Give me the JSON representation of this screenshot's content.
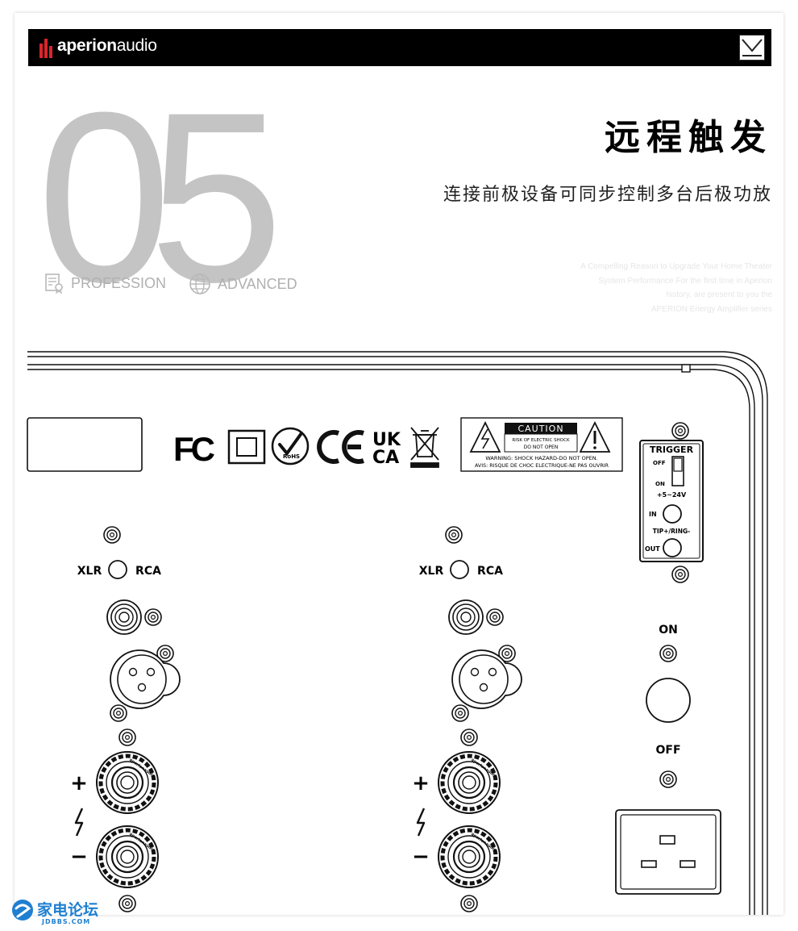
{
  "header": {
    "brand_bold": "aperion",
    "brand_light": "audio"
  },
  "section": {
    "number": "05",
    "title": "远程触发",
    "subtitle": "连接前极设备可同步控制多台后极功放",
    "tags": [
      "PROFESSION",
      "ADVANCED"
    ],
    "english_lines": [
      "A Compelling Reason to Upgrade Your Home Theater",
      "System Performance For the first time in Aperion",
      "history, are present to you the",
      "APERION Energy Amplifier series"
    ]
  },
  "panel": {
    "certs": {
      "fc": "FC",
      "uk": "UK",
      "ca": "CA",
      "rohs": "RoHS"
    },
    "caution": {
      "title": "CAUTION",
      "line1": "RISK OF ELECTRIC SHOCK",
      "line2": "DO NOT OPEN",
      "warning": "WARNING: SHOCK HAZARD-DO NOT OPEN.",
      "avis": "AVIS: RISQUE DE CHOC ELECTRIQUE-NE PAS OUVRIR"
    },
    "trigger": {
      "title": "TRIGGER",
      "off": "OFF",
      "on": "ON",
      "voltage": "+5~24V",
      "in": "IN",
      "tip": "TIP+/RING-",
      "out": "OUT"
    },
    "power": {
      "on": "ON",
      "off": "OFF"
    },
    "channels": [
      {
        "xlr": "XLR",
        "rca": "RCA",
        "plus": "+",
        "minus": "−"
      },
      {
        "xlr": "XLR",
        "rca": "RCA",
        "plus": "+",
        "minus": "−"
      }
    ],
    "terminal_text": "aperionaudio"
  },
  "watermark": {
    "name": "家电论坛",
    "url": "JDBBS.COM"
  },
  "colors": {
    "brand_red": "#d8262b",
    "number_gray": "#c4c4c4",
    "tag_gray": "#b0b0b0"
  }
}
